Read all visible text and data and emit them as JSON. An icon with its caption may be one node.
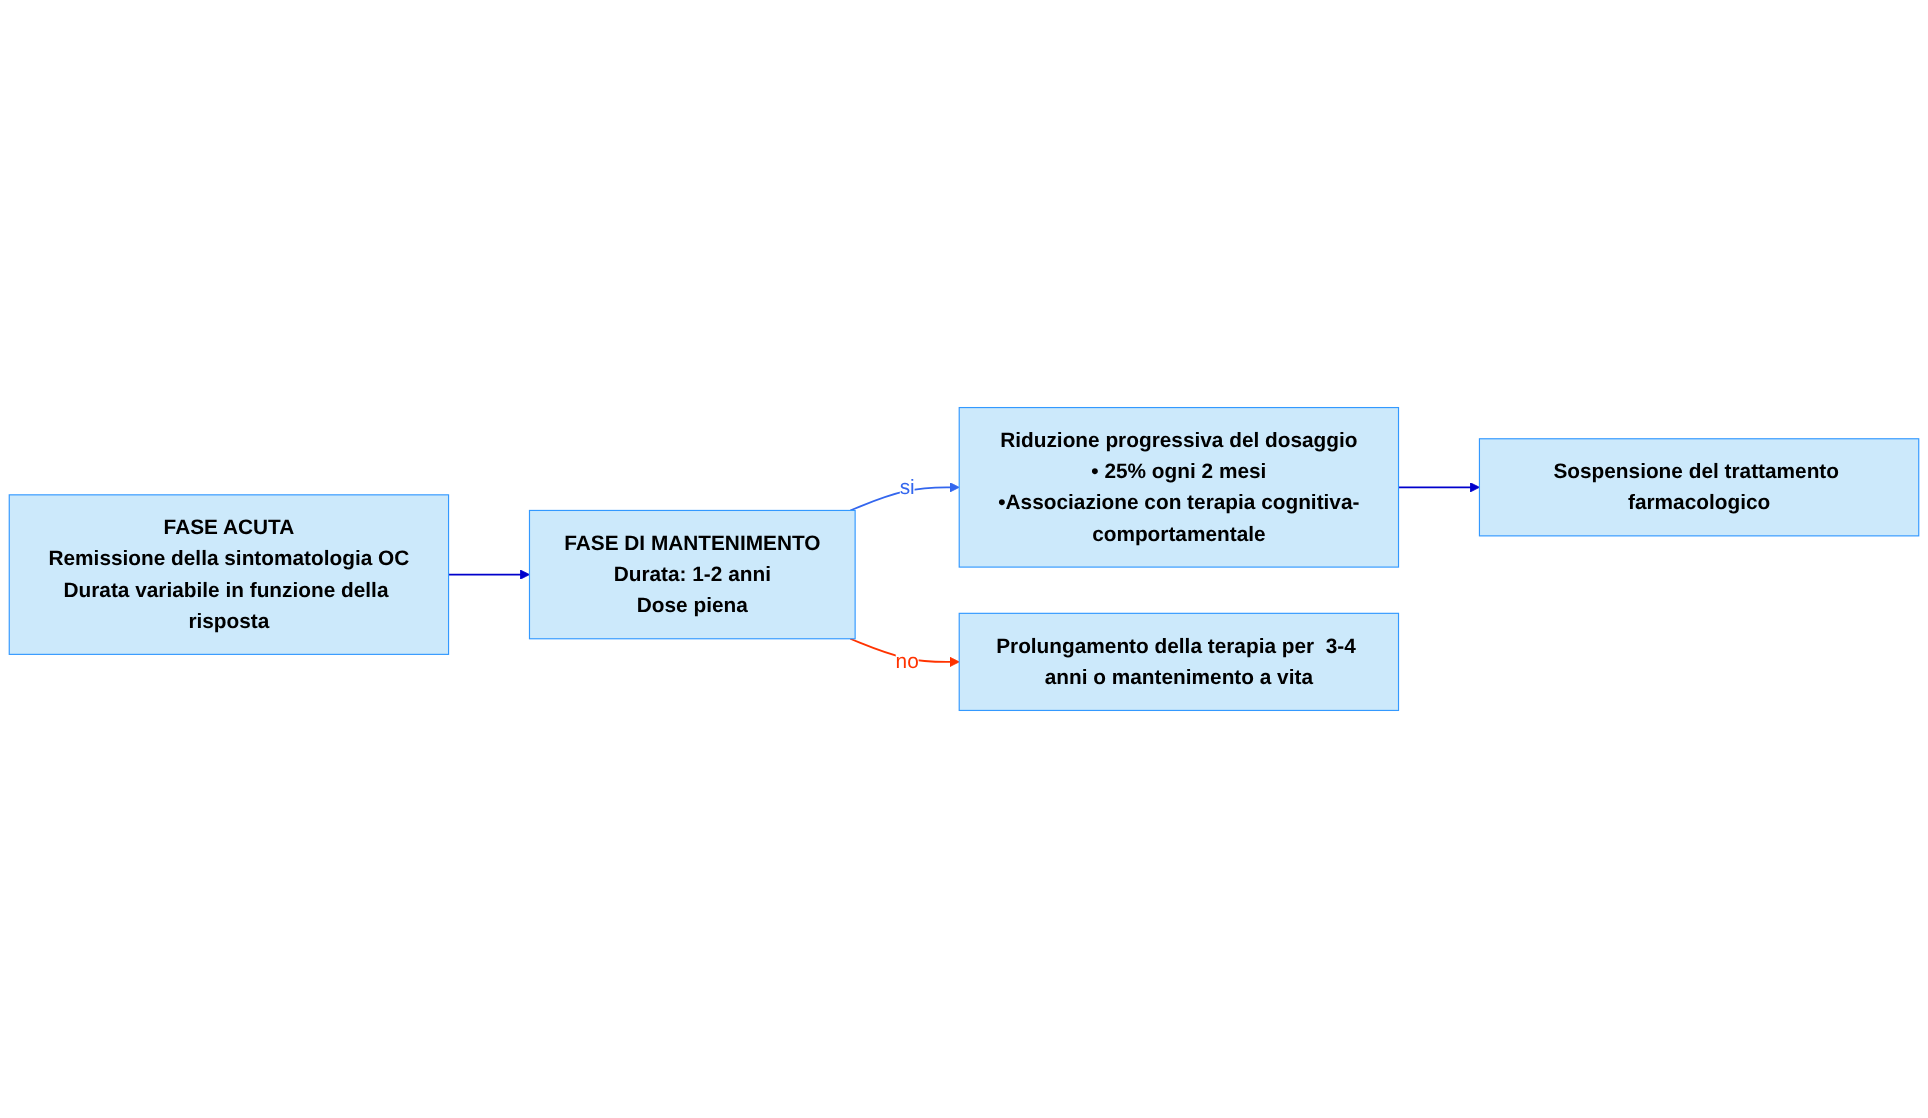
{
  "diagram": {
    "nodes": [
      {
        "text": [
          "FASE ACUTA",
          "Remissione della sintomatologia OC",
          "Durata variabile in funzione della risposta"
        ]
      },
      {
        "text": [
          "FASE DI MANTENIMENTO",
          "Durata: 1-2 anni",
          "Dose piena"
        ]
      },
      {
        "text": [
          "Riduzione progressiva del dosaggio",
          "• 25% ogni 2 mesi",
          "•Associazione con terapia cognitiva-comportamentale"
        ]
      },
      {
        "text": [
          "Sospensione del trattamento farmacologico"
        ]
      },
      {
        "text": [
          "Prolungamento della terapia per  3-4 anni o mantenimento a vita"
        ]
      }
    ],
    "edges": [
      {
        "from": 0,
        "to": 1,
        "arrow": "to"
      },
      {
        "from": 1,
        "to": 2,
        "arrow": "to",
        "label": "si",
        "color": "#3366ee"
      },
      {
        "from": 2,
        "to": 3,
        "arrow": "to"
      },
      {
        "from": 1,
        "to": 4,
        "arrow": "to",
        "label": "no",
        "color": "#ff3300"
      }
    ]
  }
}
